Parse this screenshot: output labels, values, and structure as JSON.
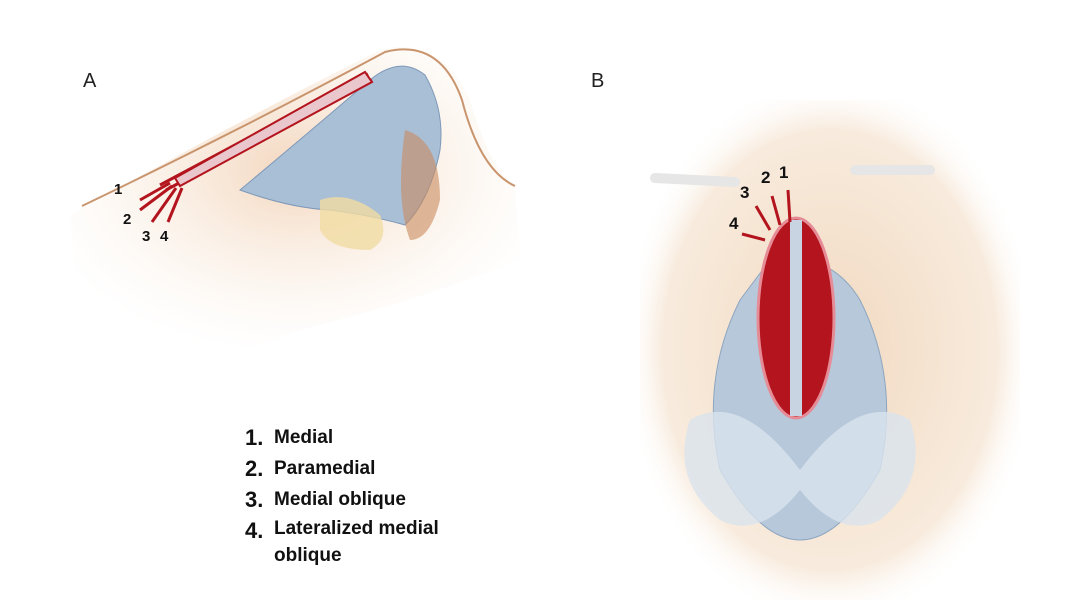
{
  "panels": [
    {
      "letter": "A",
      "labels": [
        "1",
        "2",
        "3",
        "4"
      ]
    },
    {
      "letter": "B",
      "labels": [
        "1",
        "2",
        "3",
        "4"
      ]
    }
  ],
  "legend": [
    {
      "number": "1.",
      "text": "Medial"
    },
    {
      "number": "2.",
      "text": "Paramedial"
    },
    {
      "number": "3.",
      "text": "Medial oblique"
    },
    {
      "number": "4.",
      "text": "Lateralized medial oblique"
    }
  ],
  "colors": {
    "osteotomy": "#b3141d",
    "cartilage": "#a9bfd6",
    "skin": "#f2dcc4"
  }
}
